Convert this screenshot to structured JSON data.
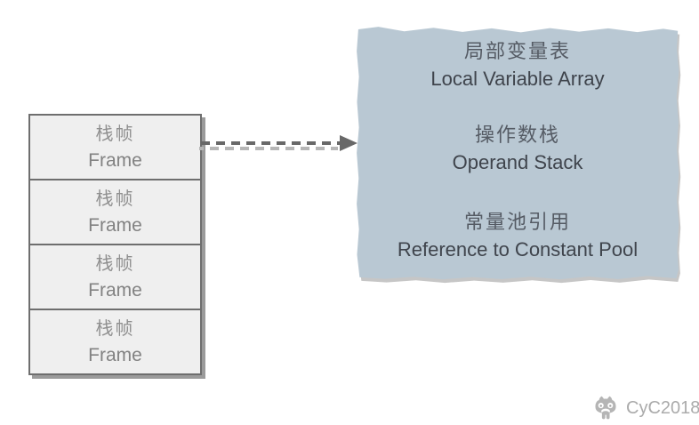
{
  "stack": {
    "frames": [
      {
        "label_zh": "栈帧",
        "label_en": "Frame"
      },
      {
        "label_zh": "栈帧",
        "label_en": "Frame"
      },
      {
        "label_zh": "栈帧",
        "label_en": "Frame"
      },
      {
        "label_zh": "栈帧",
        "label_en": "Frame"
      }
    ]
  },
  "panel": {
    "sections": [
      {
        "label_zh": "局部变量表",
        "label_en": "Local Variable Array"
      },
      {
        "label_zh": "操作数栈",
        "label_en": "Operand Stack"
      },
      {
        "label_zh": "常量池引用",
        "label_en": "Reference to Constant Pool"
      }
    ]
  },
  "watermark": {
    "label": "CyC2018",
    "icon": "octocat-icon"
  },
  "colors": {
    "panel_bg": "#b9c8d3",
    "panel_shadow": "#c6c6c6",
    "frame_bg": "#efefef",
    "frame_border": "#6e6e6e",
    "frame_shadow": "#9b9b9b",
    "frame_text_zh": "#8f8f8f",
    "frame_text_en": "#828282",
    "panel_text_zh": "#555b64",
    "panel_text_en": "#3f444c",
    "arrow_dark": "#686868",
    "arrow_light": "#b6b6b6",
    "watermark_gray": "#b5b5b5"
  }
}
